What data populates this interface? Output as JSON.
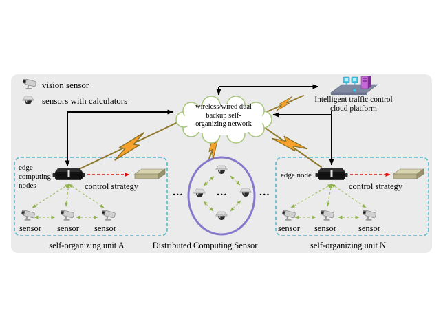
{
  "legend": {
    "items": [
      {
        "icon": "vision-sensor-camera-icon",
        "label": "vision sensor"
      },
      {
        "icon": "dome-sensor-calculator-icon",
        "label": "sensors with calculators"
      }
    ]
  },
  "cloud": {
    "lines": [
      "wireless/wired dual",
      "backup self-",
      "organizing network"
    ]
  },
  "platform": {
    "icon": "cloud-platform-servers-icon",
    "lines": [
      "Intelligent traffic control",
      "cloud platform"
    ]
  },
  "unit_a": {
    "node_lines": [
      "edge",
      "computing",
      "nodes"
    ],
    "node_icon": "edge-node-device-icon",
    "control_icon": "control-strategy-device-icon",
    "control": "control strategy",
    "sensors": [
      "sensor",
      "sensor",
      "sensor"
    ],
    "caption": "self-organizing unit A"
  },
  "unit_n": {
    "node_label": "edge node",
    "node_icon": "edge-node-device-icon",
    "control_icon": "control-strategy-device-icon",
    "control": "control strategy",
    "sensors": [
      "sensor",
      "sensor",
      "sensor"
    ],
    "caption": "self-organizing unit N"
  },
  "distributed": {
    "caption": "Distributed Computing Sensor"
  },
  "dots": {
    "left": "...",
    "center": "...",
    "right": "..."
  },
  "colors": {
    "panel_bg": "#ebebeb",
    "unit_border_cyan": "#58b8d0",
    "ellipse_purple": "#8878cc",
    "cloud_border_green": "#a9c87d",
    "lightning_orange": "#f7a12c",
    "wireless_line_olive": "#8f7a2e",
    "green_arrow": "#a2c064",
    "red_arrow": "#e01010",
    "black_arrow": "#000000"
  }
}
